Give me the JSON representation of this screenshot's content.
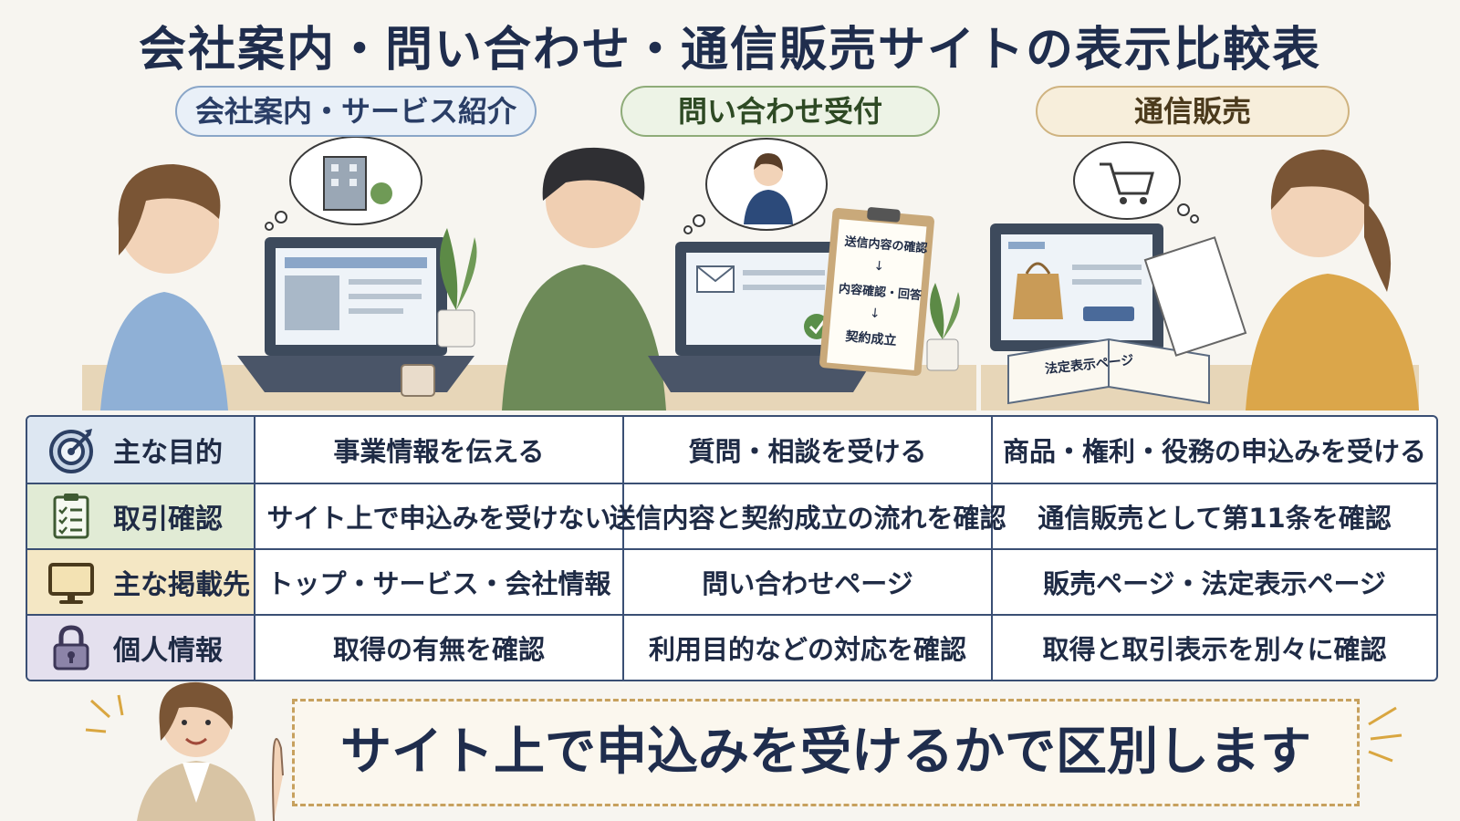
{
  "title": "会社案内・問い合わせ・通信販売サイトの表示比較表",
  "categories": [
    {
      "label": "会社案内・サービス紹介"
    },
    {
      "label": "問い合わせ受付"
    },
    {
      "label": "通信販売"
    }
  ],
  "scene_texts": {
    "clipboard": [
      "送信内容の確認",
      "内容確認・回答",
      "契約成立"
    ],
    "book_title": "法定表示ページ"
  },
  "table": {
    "rows": [
      {
        "header": "主な目的",
        "icon": "target-icon",
        "values": [
          "事業情報を伝える",
          "質問・相談を受ける",
          "商品・権利・役務の申込みを受ける"
        ]
      },
      {
        "header": "取引確認",
        "icon": "checklist-icon",
        "values": [
          "サイト上で申込みを受けない",
          "送信内容と契約成立の流れを確認",
          "通信販売として第11条を確認"
        ]
      },
      {
        "header": "主な掲載先",
        "icon": "monitor-icon",
        "values": [
          "トップ・サービス・会社情報",
          "問い合わせページ",
          "販売ページ・法定表示ページ"
        ]
      },
      {
        "header": "個人情報",
        "icon": "lock-icon",
        "values": [
          "取得の有無を確認",
          "利用目的などの対応を確認",
          "取得と取引表示を別々に確認"
        ]
      }
    ]
  },
  "banner": "サイト上で申込みを受けるかで区別します",
  "colors": {
    "navy": "#1f2d4d",
    "blue_header": "#dde7f2",
    "green_header": "#e1ebd5",
    "yellow_header": "#f4e7c4",
    "purple_header": "#e4e0ee",
    "accent_gold": "#c7a15e"
  }
}
